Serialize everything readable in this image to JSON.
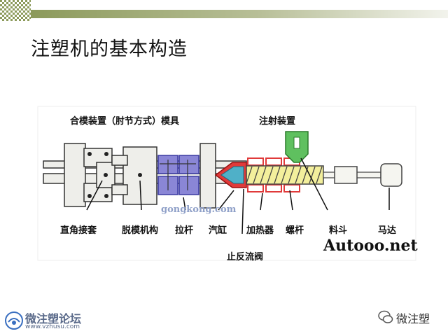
{
  "slide": {
    "title": "注塑机的基本构造"
  },
  "diagram": {
    "top_labels": {
      "clamping_unit": "合模装置（肘节方式）模具",
      "injection_unit": "注射装置"
    },
    "bottom_labels": [
      "直角接套",
      "脱模机构",
      "拉杆",
      "汽缸",
      "加热器",
      "螺杆",
      "料斗",
      "马达"
    ],
    "check_valve_label": "止反流阀",
    "watermark_text": "gongkong.com",
    "brand": "Autooo.net"
  },
  "watermarks": {
    "left_name": "微注塑论坛",
    "left_url": "www.vzhusu.com",
    "right_name": "微注塑"
  },
  "colors": {
    "header_green": "#8c9a5b",
    "mold_blue": "#8a86d6",
    "heater_red": "#e03a3a",
    "hopper_green": "#5fc05f",
    "screw_yellow": "#f3ef9c",
    "nozzle_cyan": "#4fb0c8"
  }
}
